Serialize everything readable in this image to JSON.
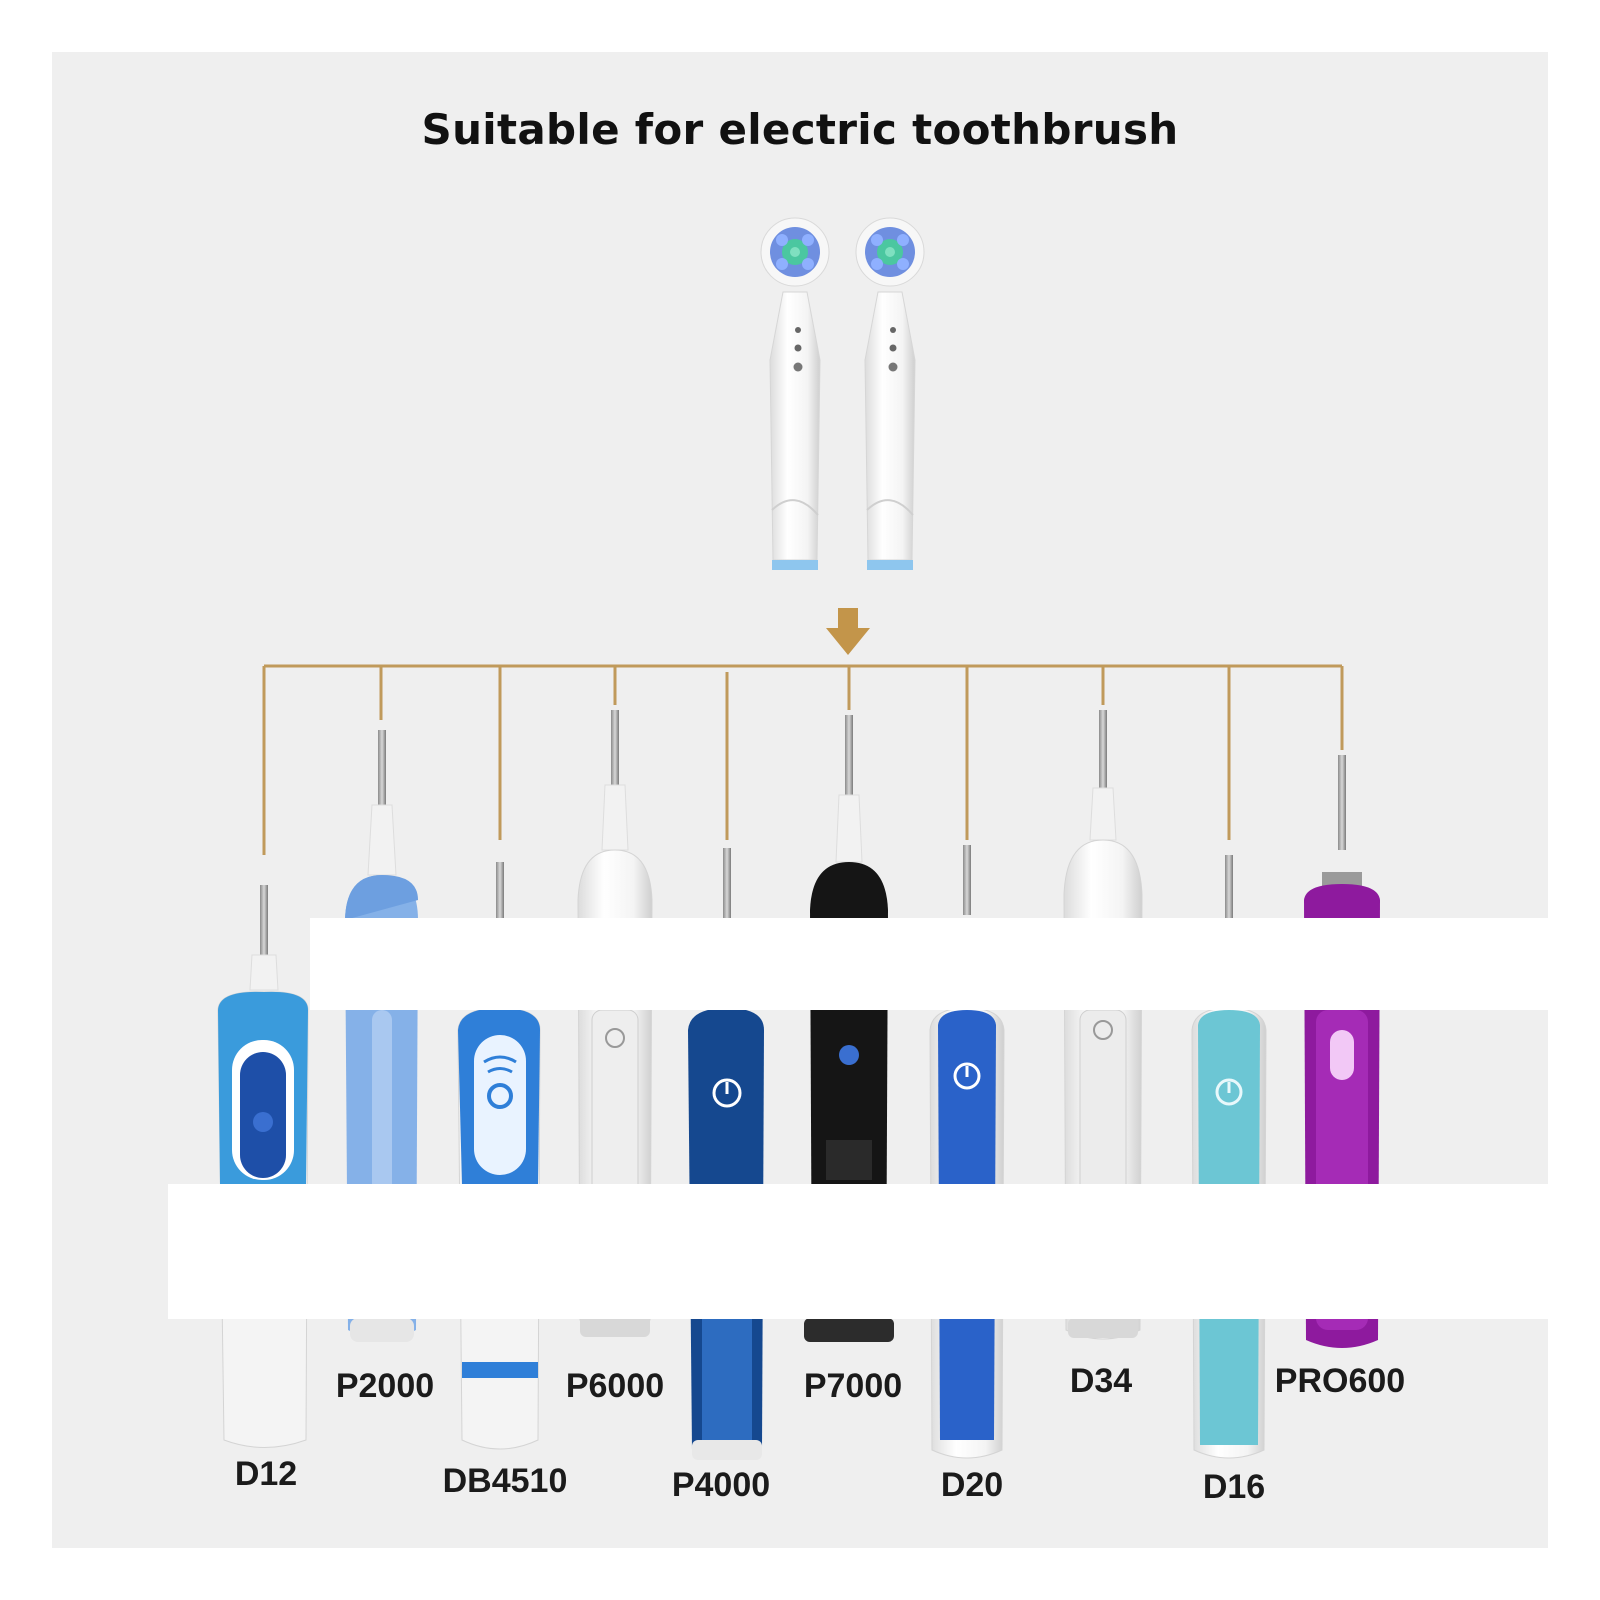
{
  "title": "Suitable for electric toothbrush",
  "colors": {
    "background": "#efefef",
    "connector": "#c09a5b",
    "bristle_blue": "#6f8fe0",
    "bristle_green": "#4bc7a0",
    "ring_blue": "#8ec6ee"
  },
  "brush_heads": {
    "count": 2
  },
  "models": [
    {
      "label": "D12"
    },
    {
      "label": "P2000"
    },
    {
      "label": "DB4510"
    },
    {
      "label": "P6000"
    },
    {
      "label": "P4000"
    },
    {
      "label": "P7000"
    },
    {
      "label": "D20"
    },
    {
      "label": "D34"
    },
    {
      "label": "D16"
    },
    {
      "label": "PRO600"
    }
  ]
}
